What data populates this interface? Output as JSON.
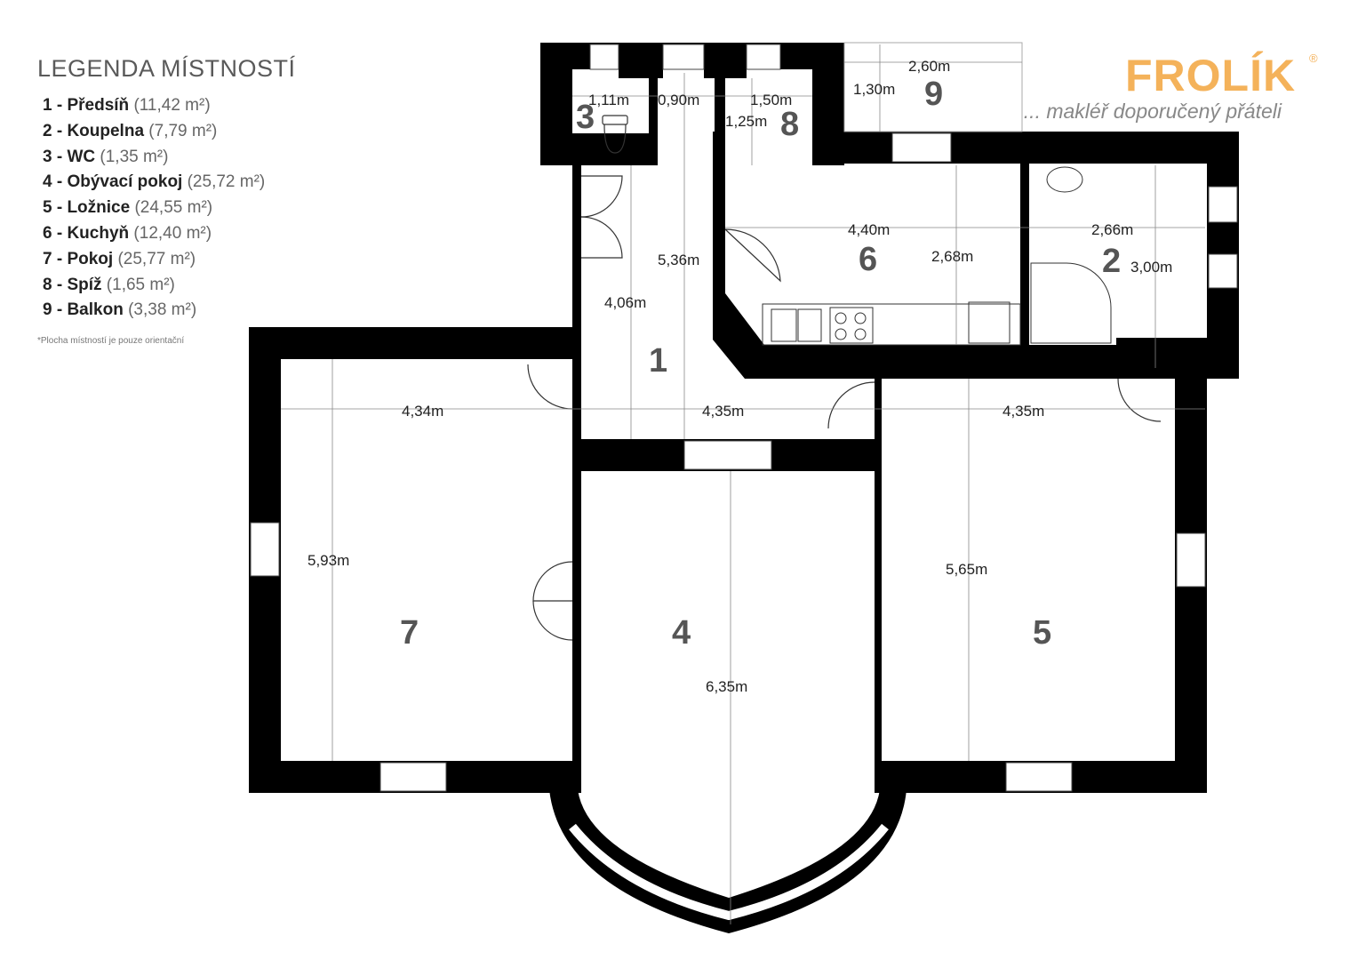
{
  "legend": {
    "title": "LEGENDA MÍSTNOSTÍ",
    "items": [
      {
        "num": "1 - ",
        "name": "Předsíň",
        "area": "(11,42 m²)"
      },
      {
        "num": "2 - ",
        "name": "Koupelna",
        "area": "(7,79 m²)"
      },
      {
        "num": "3 - ",
        "name": "WC",
        "area": "(1,35 m²)"
      },
      {
        "num": "4 - ",
        "name": "Obývací pokoj",
        "area": "(25,72 m²)"
      },
      {
        "num": "5 - ",
        "name": "Ložnice",
        "area": "(24,55 m²)"
      },
      {
        "num": "6 - ",
        "name": "Kuchyň",
        "area": "(12,40 m²)"
      },
      {
        "num": "7 - ",
        "name": "Pokoj",
        "area": "(25,77 m²)"
      },
      {
        "num": "8 - ",
        "name": "Spíž",
        "area": "(1,65 m²)"
      },
      {
        "num": "9 - ",
        "name": "Balkon",
        "area": "(3,38 m²)"
      }
    ],
    "note": "*Plocha místností je pouze orientační"
  },
  "brand": {
    "name": "FROLÍK",
    "reg": "®",
    "tagline": "... makléř doporučený přáteli",
    "color": "#f4b25a"
  },
  "rooms": {
    "r1": "1",
    "r2": "2",
    "r3": "3",
    "r4": "4",
    "r5": "5",
    "r6": "6",
    "r7": "7",
    "r8": "8",
    "r9": "9"
  },
  "dimensions": {
    "d_111": "1,11m",
    "d_090": "0,90m",
    "d_150": "1,50m",
    "d_125": "1,25m",
    "d_260": "2,60m",
    "d_130": "1,30m",
    "d_536": "5,36m",
    "d_406": "4,06m",
    "d_440": "4,40m",
    "d_268": "2,68m",
    "d_266": "2,66m",
    "d_300": "3,00m",
    "d_434": "4,34m",
    "d_435a": "4,35m",
    "d_435b": "4,35m",
    "d_593": "5,93m",
    "d_635": "6,35m",
    "d_565": "5,65m"
  }
}
